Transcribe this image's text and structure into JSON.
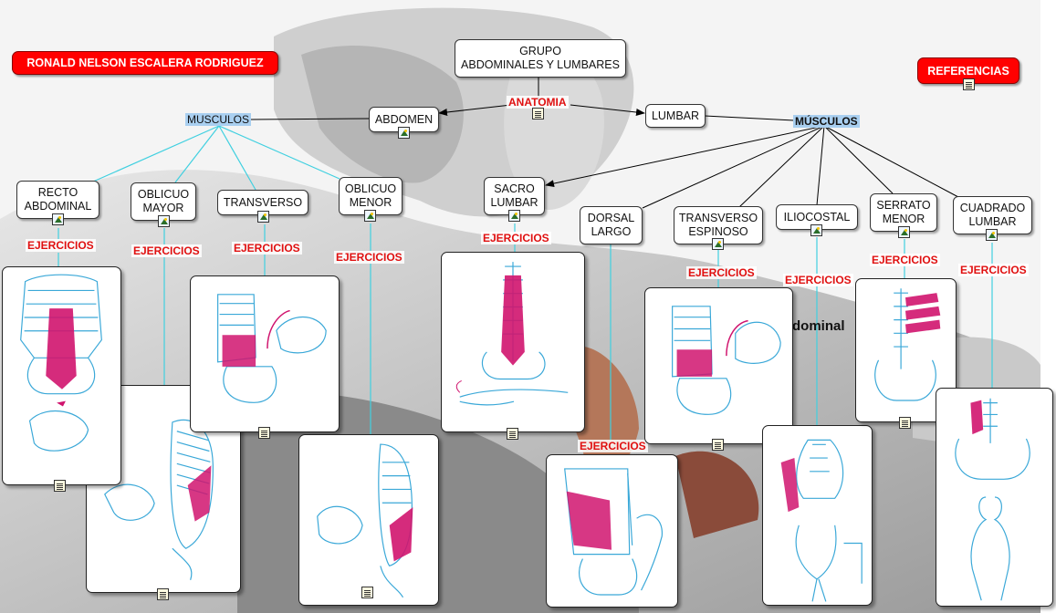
{
  "title": "RONALD NELSON ESCALERA RODRIGUEZ",
  "references": "REFERENCIAS",
  "root": "GRUPO\nABDOMINALES Y LUMBARES",
  "anatomia": "ANATOMIA",
  "abdomen": "ABDOMEN",
  "lumbar": "LUMBAR",
  "musculos_left": "MUSCULOS",
  "musculos_right": "MÚSCULOS",
  "left_muscles": [
    "RECTO\nABDOMINAL",
    "OBLICUO\nMAYOR",
    "TRANSVERSO",
    "OBLICUO\nMENOR"
  ],
  "right_muscles": [
    "SACRO\nLUMBAR",
    "DORSAL\nLARGO",
    "TRANSVERSO\nESPINOSO",
    "ILIOCOSTAL",
    "SERRATO\nMENOR",
    "CUADRADO\nLUMBAR"
  ],
  "ejercicios": "EJERCICIOS",
  "background_text": "dominal",
  "colors": {
    "accent_red": "#ff0000",
    "link_label": "#e01010",
    "highlight": "#a9cff0",
    "connector": "#40d0e0",
    "muscle": "#d0146e",
    "skeleton": "#3aa8d8"
  }
}
